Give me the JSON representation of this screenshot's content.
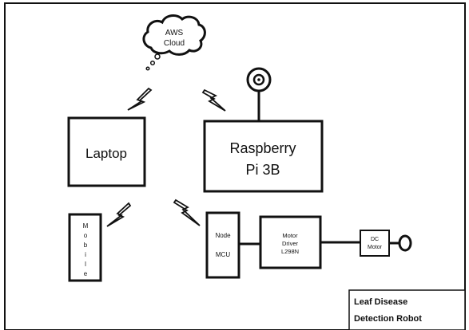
{
  "diagram": {
    "cloud": {
      "line1": "AWS",
      "line2": "Cloud"
    },
    "laptop": {
      "label": "Laptop"
    },
    "raspberry": {
      "line1": "Raspberry",
      "line2": "Pi 3B"
    },
    "mobile": {
      "letters": [
        "M",
        "o",
        "b",
        "i",
        "l",
        "e"
      ]
    },
    "node_mcu": {
      "line1": "Node",
      "line2": "MCU"
    },
    "motor_driver": {
      "line1": "Motor",
      "line2": "Driver",
      "line3": "L298N"
    },
    "dc_motor": {
      "line1": "DC",
      "line2": "Motor"
    },
    "caption": {
      "line1": "Leaf Disease",
      "line2": "Detection Robot"
    }
  },
  "colors": {
    "stroke": "#111111",
    "background": "#ffffff"
  }
}
